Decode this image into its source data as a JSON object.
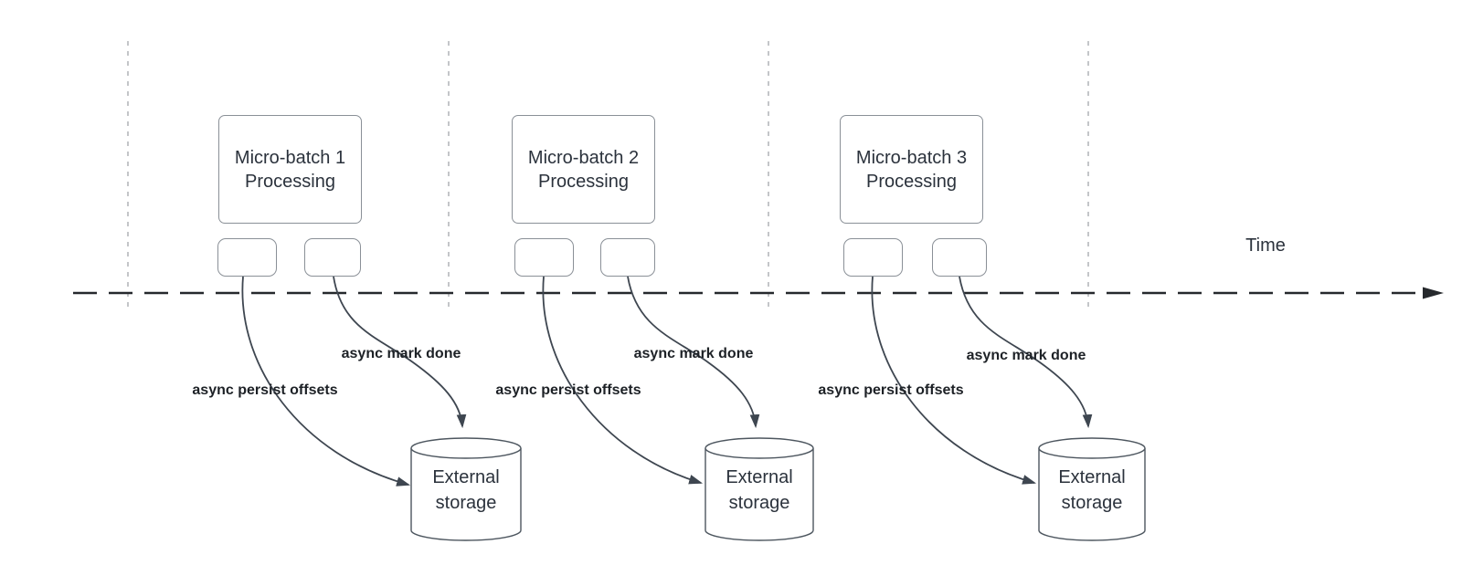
{
  "timeline": {
    "label": "Time"
  },
  "groups": [
    {
      "process_label": "Micro-batch 1\nProcessing",
      "persist_label": "async persist offsets",
      "done_label": "async mark done",
      "storage_label": "External\nstorage"
    },
    {
      "process_label": "Micro-batch 2\nProcessing",
      "persist_label": "async persist offsets",
      "done_label": "async mark done",
      "storage_label": "External\nstorage"
    },
    {
      "process_label": "Micro-batch 3\nProcessing",
      "persist_label": "async persist offsets",
      "done_label": "async mark done",
      "storage_label": "External\nstorage"
    }
  ],
  "colors": {
    "timeline": "#26292d",
    "guide": "#aaadb2",
    "arrow": "#3e4650",
    "box-stroke": "#8a9097",
    "cylinder-stroke": "#4d565f",
    "text": "#2b323c",
    "label-text": "#1d2126"
  }
}
